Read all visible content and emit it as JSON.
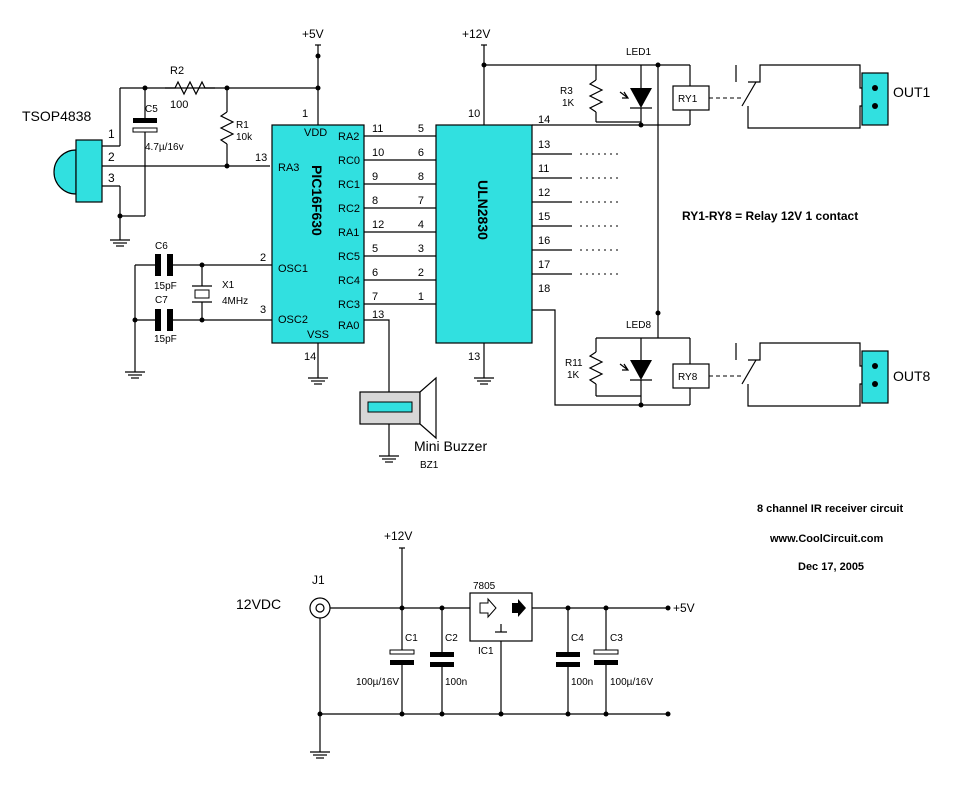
{
  "supply": {
    "plus5": "+5V",
    "plus12_top": "+12V",
    "plus12_psu": "+12V",
    "plus5_out": "+5V"
  },
  "parts": {
    "ir_module": "TSOP4838",
    "ir_pins": [
      "1",
      "2",
      "3"
    ],
    "r2": {
      "name": "R2",
      "value": "100"
    },
    "c5": {
      "name": "C5",
      "value": "4.7µ/16v"
    },
    "r1": {
      "name": "R1",
      "value": "10k"
    },
    "c6": {
      "name": "C6",
      "value": "15pF"
    },
    "c7": {
      "name": "C7",
      "value": "15pF"
    },
    "x1": {
      "name": "X1",
      "value": "4MHz"
    },
    "r3": {
      "name": "R3",
      "value": "1K"
    },
    "r11": {
      "name": "R11",
      "value": "1K"
    },
    "led1": "LED1",
    "led8": "LED8",
    "ry1": "RY1",
    "ry8": "RY8",
    "out1": "OUT1",
    "out8": "OUT8",
    "buzzer": {
      "name": "Mini Buzzer",
      "ref": "BZ1"
    },
    "j1": {
      "name": "J1",
      "label": "12VDC"
    },
    "ic1": {
      "name": "IC1",
      "type": "7805"
    },
    "c1": {
      "name": "C1",
      "value": "100µ/16V"
    },
    "c2": {
      "name": "C2",
      "value": "100n"
    },
    "c4": {
      "name": "C4",
      "value": "100n"
    },
    "c3": {
      "name": "C3",
      "value": "100µ/16V"
    }
  },
  "pic": {
    "name": "PIC16F630",
    "vdd": "VDD",
    "vdd_pin": "1",
    "ra3": "RA3",
    "ra3_pin": "13",
    "osc1": "OSC1",
    "osc1_pin": "2",
    "osc2": "OSC2",
    "osc2_pin": "3",
    "vss": "VSS",
    "vss_pin": "14",
    "ports": [
      {
        "name": "RA2",
        "pin": "11"
      },
      {
        "name": "RC0",
        "pin": "10"
      },
      {
        "name": "RC1",
        "pin": "9"
      },
      {
        "name": "RC2",
        "pin": "8"
      },
      {
        "name": "RA1",
        "pin": "12"
      },
      {
        "name": "RC5",
        "pin": "5"
      },
      {
        "name": "RC4",
        "pin": "6"
      },
      {
        "name": "RC3",
        "pin": "7"
      }
    ],
    "ra0": "RA0",
    "ra0_pin": "13"
  },
  "uln": {
    "name": "ULN2830",
    "in_pins": [
      "5",
      "6",
      "8",
      "7",
      "4",
      "3",
      "2",
      "1"
    ],
    "out_pins": [
      "14",
      "13",
      "11",
      "12",
      "15",
      "16",
      "17",
      "18"
    ],
    "com_pin": "10",
    "gnd_pin": "13"
  },
  "notes": {
    "relay_note": "RY1-RY8 = Relay 12V 1 contact",
    "title": "8 channel IR receiver circuit",
    "website": "www.CoolCircuit.com",
    "date": "Dec 17, 2005"
  }
}
